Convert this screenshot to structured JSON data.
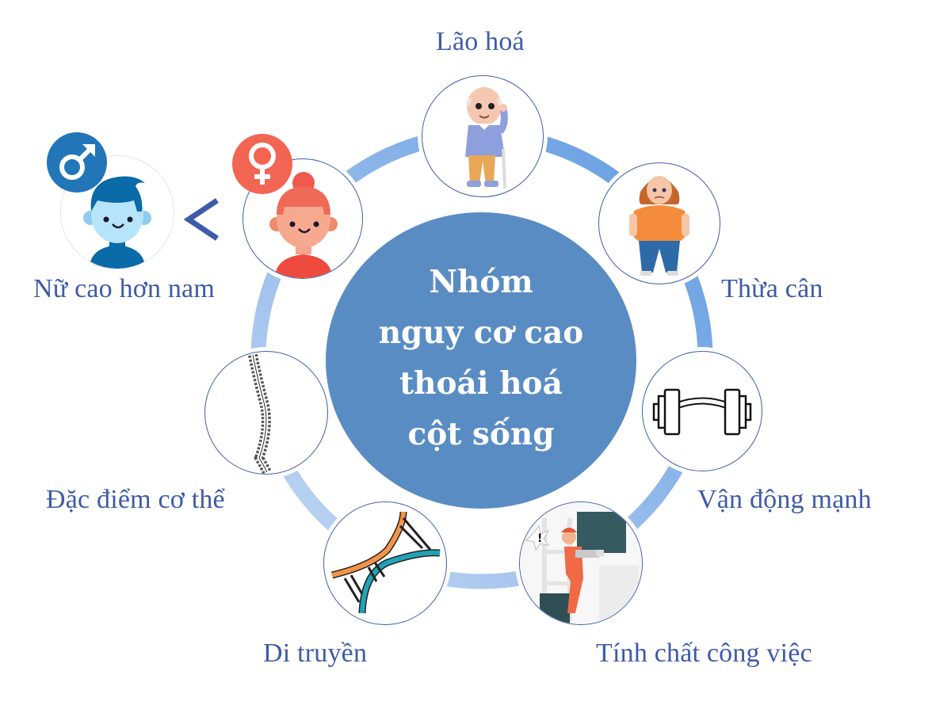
{
  "center": {
    "title": "Nhóm\nnguy cơ cao\nthoái hoá\n cột sống",
    "color": "#5a8cc4"
  },
  "ring": {
    "color_dark": "#5f9ae0",
    "color_light": "#bcd3f3"
  },
  "factors": [
    {
      "id": "aging",
      "label": "Lão hoá",
      "icon": "elderly-man-icon"
    },
    {
      "id": "overweight",
      "label": "Thừa cân",
      "icon": "overweight-woman-icon"
    },
    {
      "id": "strenuous-activity",
      "label": "Vận động mạnh",
      "icon": "dumbbell-icon"
    },
    {
      "id": "work-nature",
      "label": "Tính chất công việc",
      "icon": "worker-lifting-box-icon"
    },
    {
      "id": "genetics",
      "label": "Di truyền",
      "icon": "dna-icon"
    },
    {
      "id": "body-characteristics",
      "label": "Đặc điểm cơ thể",
      "icon": "spine-icon"
    },
    {
      "id": "gender",
      "label": "Nữ cao hơn nam",
      "icon": "female-avatar-icon"
    }
  ],
  "gender_comparison": {
    "left": "male",
    "operator": "<",
    "right": "female",
    "male_color": "#2276b8",
    "female_color": "#f26552"
  },
  "text_color": "#3d5ba8"
}
